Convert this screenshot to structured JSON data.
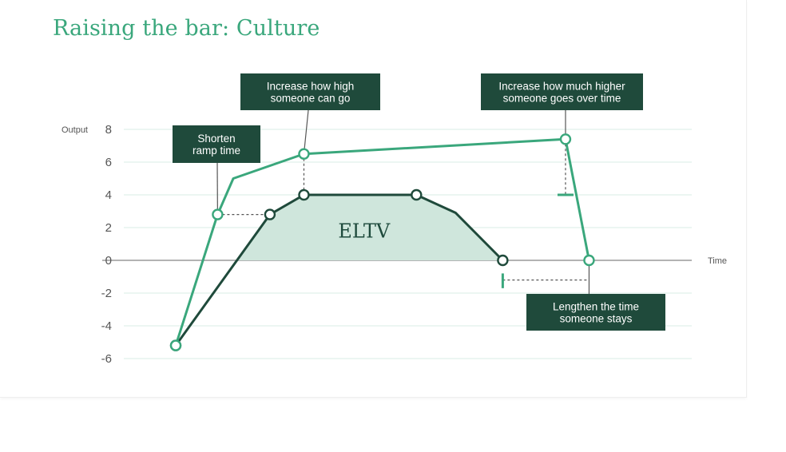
{
  "title": "Raising the bar: Culture",
  "colors": {
    "accent": "#3aa77c",
    "dark": "#1f4a3b",
    "fill": "#cfe6dc",
    "grid": "#d8ece4",
    "axis": "#9a9a9a"
  },
  "chart_data": {
    "type": "line",
    "title": "Raising the bar: Culture",
    "xlabel": "Time",
    "ylabel": "Output",
    "ylim": [
      -6,
      8
    ],
    "yticks": [
      "8",
      "6",
      "4",
      "2",
      "0",
      "-2",
      "-4",
      "-6"
    ],
    "grid": true,
    "x_scale_note": "",
    "series": [
      {
        "role": "baseline",
        "color": "#1f4a3b",
        "points": [
          [
            0,
            -5.2
          ],
          [
            1.8,
            2.8
          ],
          [
            2.45,
            4
          ],
          [
            4.6,
            4
          ],
          [
            5.35,
            2.9
          ],
          [
            6.25,
            0
          ]
        ],
        "markers": [
          0,
          1,
          2,
          3,
          5
        ]
      },
      {
        "role": "raised",
        "color": "#3aa77c",
        "points": [
          [
            0,
            -5.2
          ],
          [
            0.8,
            2.8
          ],
          [
            1.1,
            5
          ],
          [
            2.45,
            6.5
          ],
          [
            7.45,
            7.4
          ],
          [
            7.9,
            0
          ]
        ],
        "markers": [
          0,
          1,
          3,
          4,
          5
        ]
      }
    ],
    "area_label": "ELTV",
    "annotations": [
      {
        "id": "ramp",
        "lines": [
          "Shorten",
          "ramp time"
        ]
      },
      {
        "id": "high",
        "lines": [
          "Increase how high",
          "someone can go"
        ]
      },
      {
        "id": "over",
        "lines": [
          "Increase how much higher",
          "someone goes over time"
        ]
      },
      {
        "id": "stay",
        "lines": [
          "Lengthen the time",
          "someone stays"
        ]
      }
    ]
  }
}
